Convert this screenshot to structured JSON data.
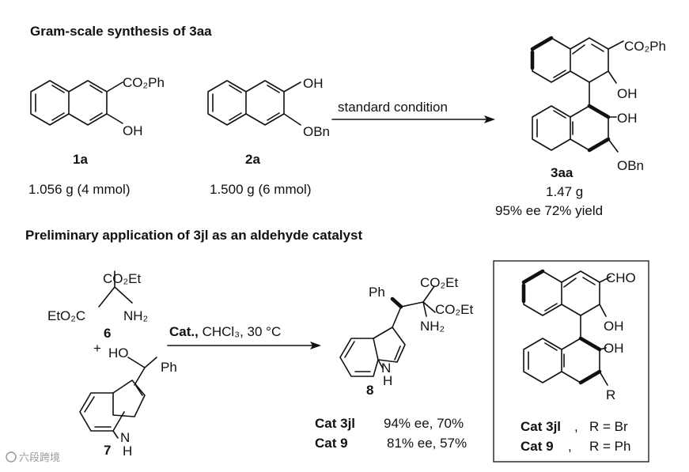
{
  "section1": {
    "title": "Gram-scale synthesis of 3aa",
    "reactant1": {
      "substituent_top": "CO₂Ph",
      "substituent_bottom": "OH",
      "id": "1a",
      "amount": "1.056 g (4 mmol)"
    },
    "reactant2": {
      "substituent_top": "OH",
      "substituent_bottom": "OBn",
      "id": "2a",
      "amount": "1.500 g (6 mmol)"
    },
    "arrow_label": "standard condition",
    "product": {
      "label_co2ph": "CO₂Ph",
      "label_oh_upper": "OH",
      "label_oh_lower": "OH",
      "label_obn": "OBn",
      "id": "3aa",
      "mass": "1.47 g",
      "result": "95% ee 72% yield"
    }
  },
  "section2": {
    "title": "Preliminary application of 3jl as an aldehyde catalyst",
    "compound6": {
      "co2et_top": "CO₂Et",
      "eto2c": "EtO₂C",
      "nh2": "NH₂",
      "id": "6"
    },
    "plus": "+",
    "compound7": {
      "ho": "HO",
      "ph": "Ph",
      "n": "N",
      "h": "H",
      "id": "7"
    },
    "conditions": {
      "cat": "Cat.,",
      "rest": " CHCl₃, 30 °C"
    },
    "product8": {
      "ph": "Ph",
      "co2et_1": "CO₂Et",
      "co2et_2": "CO₂Et",
      "nh2": "NH₂",
      "n": "N",
      "h": "H",
      "id": "8"
    },
    "results": [
      {
        "cat": "Cat 3jl",
        "value": "94% ee, 70%"
      },
      {
        "cat": "Cat  9",
        "value": "81% ee, 57%"
      }
    ],
    "catalyst_box": {
      "cho": "CHO",
      "oh_upper": "OH",
      "oh_lower": "OH",
      "r": "R",
      "entries": [
        {
          "cat": "Cat 3jl",
          "sep": ",",
          "r": "R = Br"
        },
        {
          "cat": "Cat  9",
          "sep": ",",
          "r": "R = Ph"
        }
      ]
    }
  },
  "watermark": "六段跨境"
}
